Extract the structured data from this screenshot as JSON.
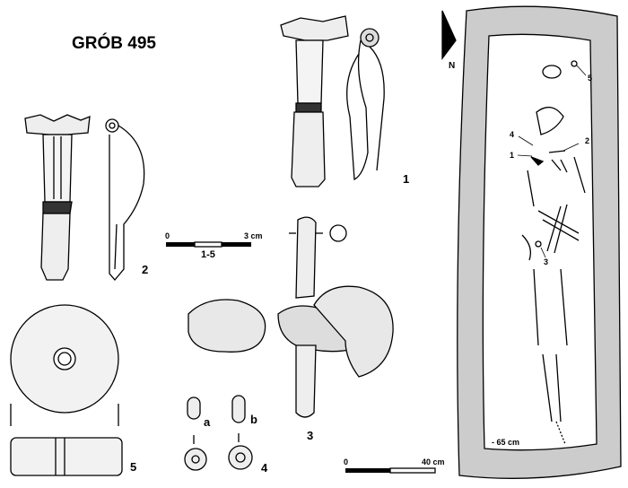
{
  "title": "GRÓB 495",
  "artifact_labels": {
    "fibula_1": "1",
    "fibula_2": "2",
    "item_3": "3",
    "item_4": "4",
    "item_4a": "a",
    "item_4b": "b",
    "item_5": "5"
  },
  "scale_small": {
    "start": "0",
    "end": "3 cm",
    "applies_to": "1-5"
  },
  "scale_large": {
    "start": "0",
    "end": "40 cm"
  },
  "grave_plan": {
    "north": "N",
    "depth": "- 65 cm",
    "find_markers": [
      "1",
      "2",
      "3",
      "4",
      "5"
    ]
  }
}
